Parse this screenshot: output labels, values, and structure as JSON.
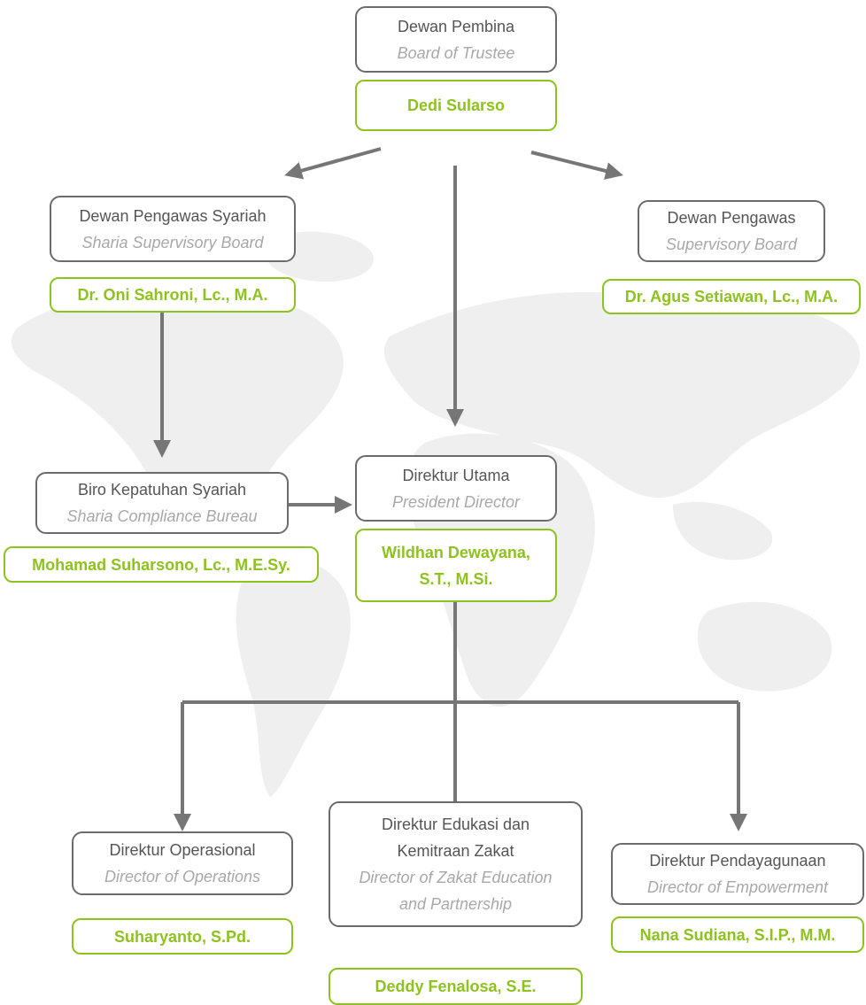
{
  "colors": {
    "box_border": "#6b6b6b",
    "title": "#555555",
    "subtitle": "#a8a8a8",
    "name": "#8dc21f",
    "arrow": "#767676",
    "map": "#efefef"
  },
  "background": {
    "icon": "world-map"
  },
  "nodes": {
    "board_of_trustee": {
      "title": "Dewan Pembina",
      "subtitle": "Board of Trustee",
      "name": "Dedi Sularso"
    },
    "sharia_supervisory_board": {
      "title": "Dewan Pengawas Syariah",
      "subtitle": "Sharia Supervisory Board",
      "name": "Dr. Oni Sahroni, Lc., M.A."
    },
    "supervisory_board": {
      "title": "Dewan Pengawas",
      "subtitle": "Supervisory Board",
      "name": "Dr. Agus Setiawan, Lc., M.A."
    },
    "sharia_compliance_bureau": {
      "title": "Biro Kepatuhan Syariah",
      "subtitle": "Sharia Compliance Bureau",
      "name": "Mohamad Suharsono, Lc., M.E.Sy."
    },
    "president_director": {
      "title": "Direktur Utama",
      "subtitle": "President Director",
      "name_line1": "Wildhan Dewayana,",
      "name_line2": "S.T., M.Si."
    },
    "director_operations": {
      "title": "Direktur Operasional",
      "subtitle": "Director of Operations",
      "name": "Suharyanto, S.Pd."
    },
    "director_zakat_education": {
      "title_line1": "Direktur Edukasi dan",
      "title_line2": "Kemitraan Zakat",
      "subtitle_line1": "Director of Zakat Education",
      "subtitle_line2": "and Partnership",
      "name": "Deddy Fenalosa, S.E."
    },
    "director_empowerment": {
      "title": "Direktur Pendayagunaan",
      "subtitle": "Director of Empowerment",
      "name": "Nana Sudiana, S.I.P., M.M."
    }
  }
}
